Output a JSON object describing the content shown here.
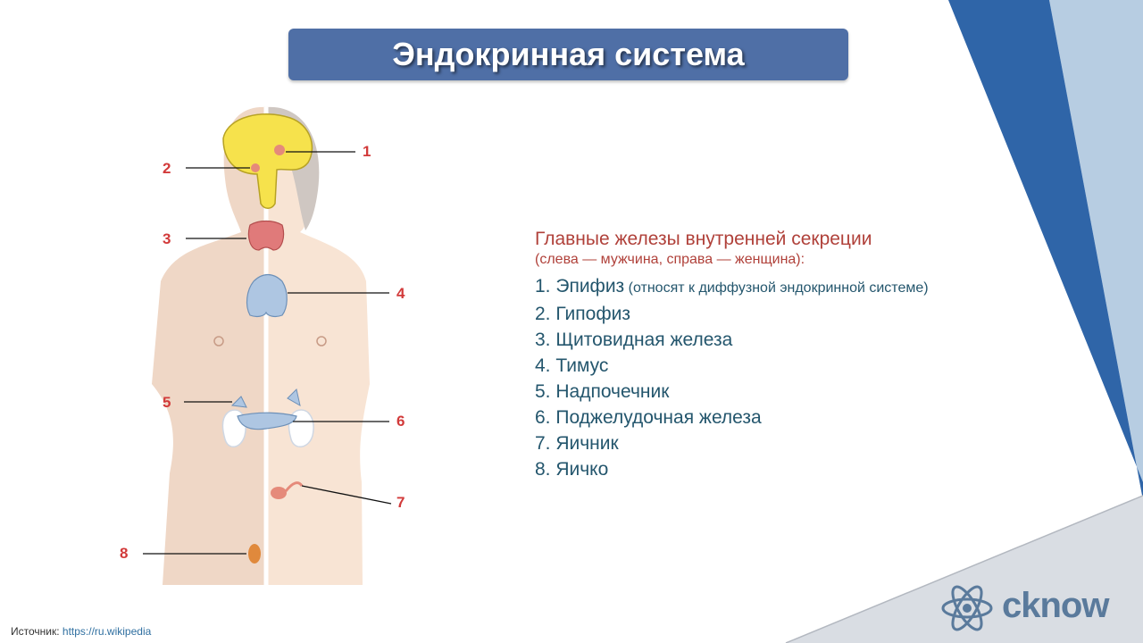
{
  "title": "Эндокринная система",
  "figure": {
    "callouts": [
      "1",
      "2",
      "3",
      "4",
      "5",
      "6",
      "7",
      "8"
    ]
  },
  "glands": {
    "heading": "Главные железы внутренней секреции",
    "subheading": "(слева — мужчина, справа — женщина):",
    "items": [
      {
        "text": "1. Эпифиз",
        "note": " (относят к диффузной эндокринной системе)"
      },
      {
        "text": "2. Гипофиз",
        "note": ""
      },
      {
        "text": "3. Щитовидная железа",
        "note": ""
      },
      {
        "text": "4. Тимус",
        "note": ""
      },
      {
        "text": "5. Надпочечник",
        "note": ""
      },
      {
        "text": "6. Поджелудочная железа",
        "note": ""
      },
      {
        "text": "7. Яичник",
        "note": ""
      },
      {
        "text": "8. Яичко",
        "note": ""
      }
    ]
  },
  "source": {
    "label": "Источник:",
    "url": "https://ru.wikipedia"
  },
  "logo": {
    "text": "cknow"
  },
  "colors": {
    "title_bg": "#4f6fa6",
    "heading": "#b0413a",
    "item": "#24566d",
    "callout": "#d23a3a",
    "deco_dark": "#2f65a8",
    "deco_light": "#a9c4dc"
  }
}
